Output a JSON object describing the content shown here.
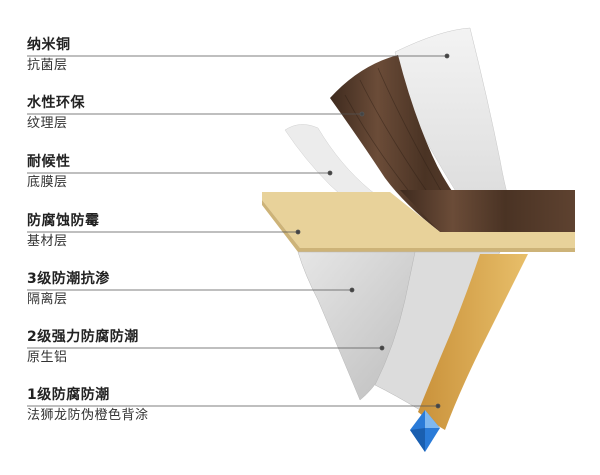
{
  "layers": [
    {
      "title": "纳米铜",
      "subtitle": "抗菌层"
    },
    {
      "title": "水性环保",
      "subtitle": "纹理层"
    },
    {
      "title": "耐候性",
      "subtitle": "底膜层"
    },
    {
      "title": "防腐蚀防霉",
      "subtitle": "基材层"
    },
    {
      "title": "3级防潮抗渗",
      "subtitle": "隔离层"
    },
    {
      "title": "2级强力防腐防潮",
      "subtitle": "原生铝"
    },
    {
      "title": "1级防腐防潮",
      "subtitle": "法狮龙防伪橙色背涂"
    }
  ],
  "colors": {
    "wood": "#5a3f2e",
    "wood_dark": "#3e2a1e",
    "substrate": "#e8d29a",
    "film_light": "#eeeeee",
    "gray_sheet": "#cfcfcf",
    "orange_coat": "#d9a84a",
    "logo_blue": "#2a7bd8"
  }
}
